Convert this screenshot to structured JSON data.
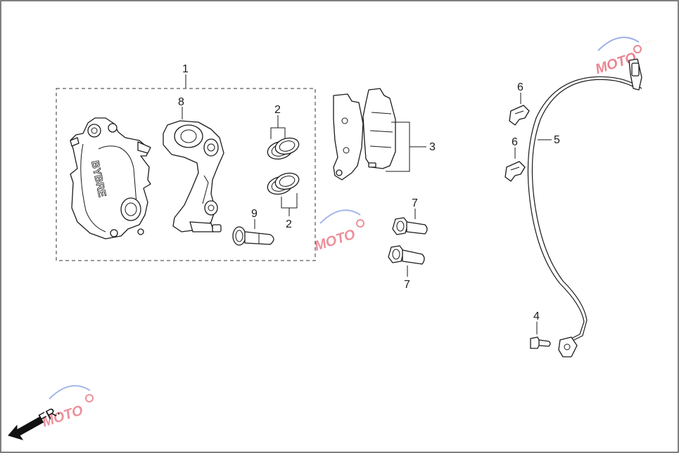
{
  "callouts": {
    "c1": "1",
    "c2a": "2",
    "c2b": "2",
    "c3": "3",
    "c4": "4",
    "c5": "5",
    "c6a": "6",
    "c6b": "6",
    "c7a": "7",
    "c7b": "7",
    "c8": "8",
    "c9": "9"
  },
  "caliper_brand": "BYBRE",
  "direction_label": "FR.",
  "watermark": {
    "brand": "MOTO",
    "color": "#d9233a",
    "accent": "#4a6fd8"
  },
  "colors": {
    "line": "#1a1a1a",
    "frame": "#555555",
    "background": "#ffffff"
  }
}
